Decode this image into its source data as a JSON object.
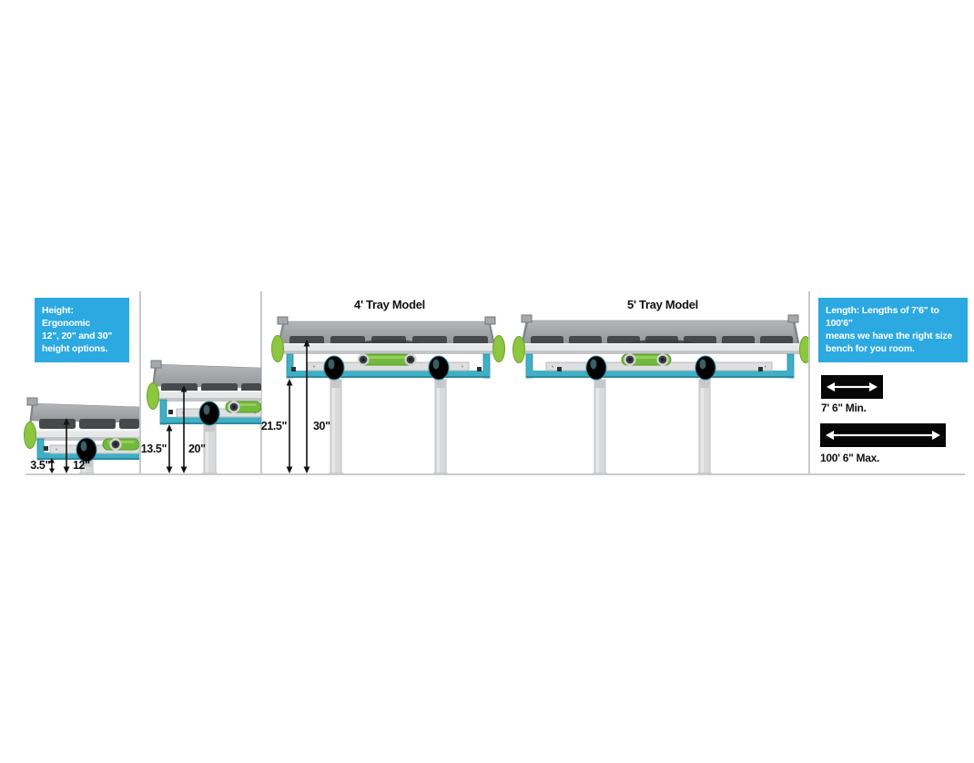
{
  "page": {
    "background": "#ffffff",
    "accent_blue": "#2ba9e0",
    "teal": "#3fafc4",
    "green": "#8dc63f",
    "bar_black": "#060606"
  },
  "height_panel": {
    "callout": "Height: Ergonomic 12\", 20\" and 30\" height options.",
    "lines": [
      "Height: Ergonomic",
      "12\", 20\" and 30\"",
      "height options."
    ]
  },
  "length_panel": {
    "callout": "Length: Lengths of 7'6\" to 100'6\" means we have the right size bench for you room.",
    "lines": [
      "Length: Lengths of 7'6\" to 100'6\"",
      "means we have the right size",
      "bench for you room."
    ],
    "min_label": "7' 6\" Min.",
    "max_label": "100' 6\" Max."
  },
  "benches": [
    {
      "name": "12-inch bench",
      "frame_height": "3.5\"",
      "work_height": "12\""
    },
    {
      "name": "20-inch bench",
      "frame_height": "13.5\"",
      "work_height": "20\""
    },
    {
      "name": "30-inch bench, 4 foot tray",
      "title": "4' Tray Model",
      "frame_height": "21.5\"",
      "work_height": "30\""
    },
    {
      "name": "30-inch bench, 5 foot tray",
      "title": "5' Tray Model"
    }
  ]
}
